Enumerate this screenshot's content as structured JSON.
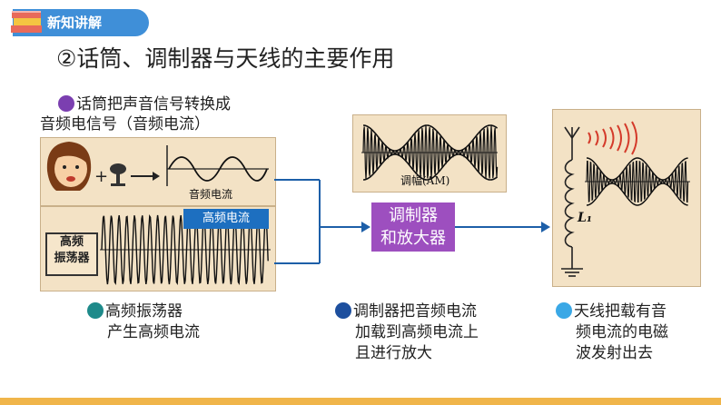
{
  "header": {
    "label": "新知讲解"
  },
  "title": "②话筒、调制器与天线的主要作用",
  "notes": {
    "microphone": "话筒把声音信号转换成音频电信号（音频电流）",
    "microphone_line1": "话筒把声音信号转换成",
    "microphone_line2": "音频电信号（音频电流）",
    "oscillator_line1": "高频振荡器",
    "oscillator_line2": "产生高频电流",
    "modulator_line1": "调制器把音频电流",
    "modulator_line2": "加载到高频电流上",
    "modulator_line3": "且进行放大",
    "antenna_line1": "天线把载有音",
    "antenna_line2": "频电流的电磁",
    "antenna_line3": "波发射出去"
  },
  "labels": {
    "audio_current": "音频电流",
    "hf_current": "高频电流",
    "oscillator_line1": "高频",
    "oscillator_line2": "振荡器",
    "am": "调幅(AM)",
    "coil": "L₁",
    "modulator_line1": "调制器",
    "modulator_line2": "和放大器",
    "plus": "+"
  },
  "colors": {
    "header": "#3f8fd8",
    "dot_microphone": "#7b3fb0",
    "dot_oscillator": "#1e8a8a",
    "dot_modulator": "#1d4f9e",
    "dot_antenna": "#3aa8e6",
    "modulator_box": "#9d4fbf",
    "arrow": "#1d5fa8"
  }
}
